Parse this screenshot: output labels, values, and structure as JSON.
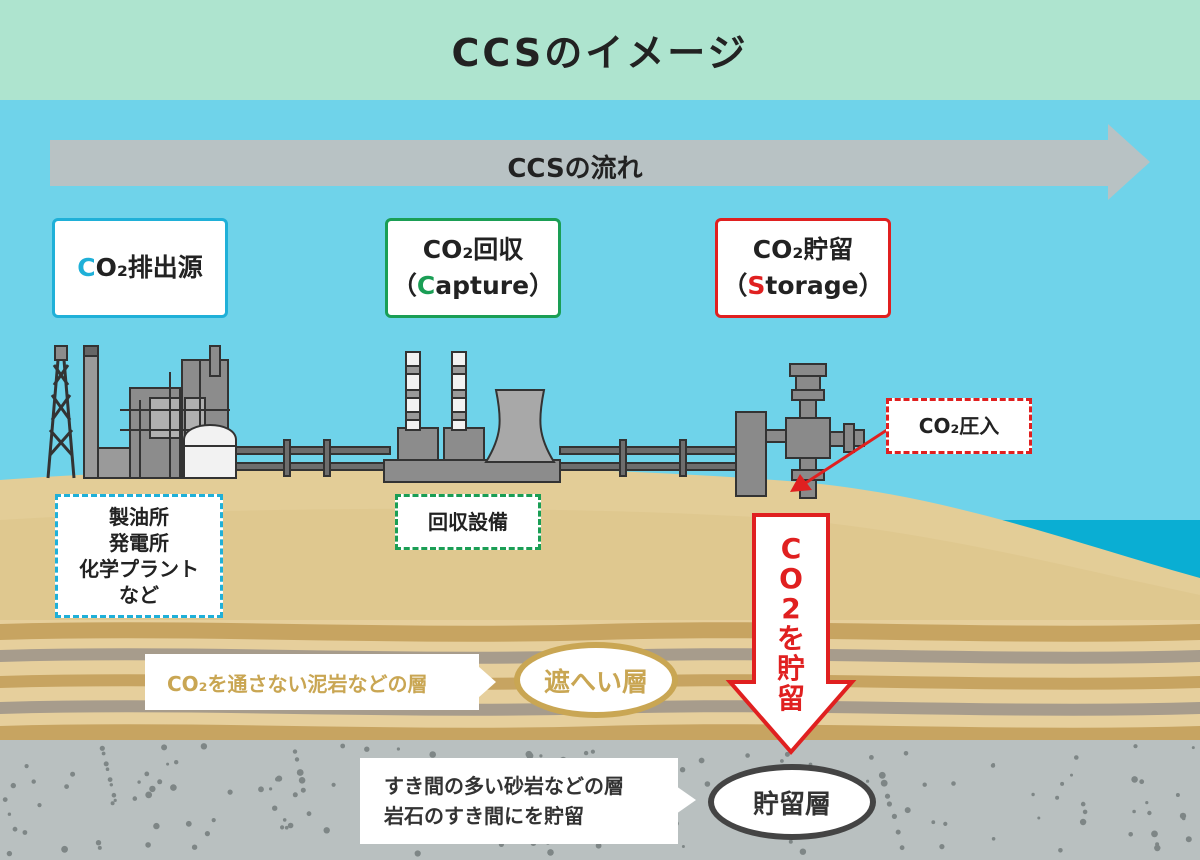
{
  "title": "CCSのイメージ",
  "flow_label": "CCSの流れ",
  "stages": [
    {
      "accent": "C",
      "rest": "O₂排出源",
      "accent_color": "#1fb0d8"
    },
    {
      "line1": "CO₂回収",
      "paren_open": "（",
      "accent": "C",
      "rest": "apture",
      "paren_close": "）",
      "accent_color": "#1a9e55"
    },
    {
      "line1": "CO₂貯留",
      "paren_open": "（",
      "accent": "S",
      "rest": "torage",
      "paren_close": "）",
      "accent_color": "#e02020"
    }
  ],
  "source_examples": [
    "製油所",
    "発電所",
    "化学プラント",
    "など"
  ],
  "capture_facility": "回収設備",
  "injection_label": "CO₂圧入",
  "store_arrow_label": [
    "C",
    "O",
    "2",
    "を",
    "貯",
    "留"
  ],
  "caprock": {
    "description": "CO₂を通さない泥岩などの層",
    "name": "遮へい層"
  },
  "reservoir": {
    "description": [
      "すき間の多い砂岩などの層",
      "岩石のすき間にを貯留"
    ],
    "name": "貯留層"
  },
  "colors": {
    "title_bg": "#aee4cf",
    "sky": "#6fd3ea",
    "sea": "#0aaed3",
    "sand": "#e3cd97",
    "caprock_brown": "#b8a47a",
    "reservoir_gray": "#b9c0c0",
    "source_blue": "#1fb0d8",
    "capture_green": "#1a9e55",
    "storage_red": "#e02020",
    "plant_gray": "#555555"
  }
}
